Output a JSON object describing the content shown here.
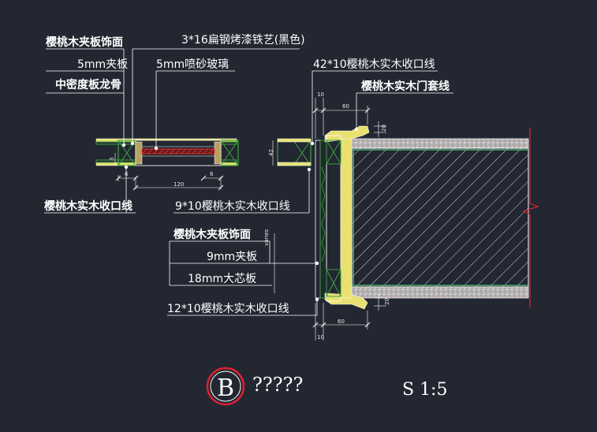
{
  "colors": {
    "background": "#222731",
    "linework": "#ffffff",
    "veneer": "#e8e070",
    "wood_frame": "#3fa03f",
    "plaster": "#c8c8c8",
    "steel_red": "#cc2222",
    "wall_edge": "#dd2233",
    "tile_green": "#4fb070"
  },
  "labels": {
    "veneer_finish_top": "樱桃木夹板饰面",
    "flat_steel": "3*16扁钢烤漆铁艺(黑色)",
    "plywood_5mm": "5mm夹板",
    "sandblast_glass": "5mm喷砂玻璃",
    "mdf_keel": "中密度板龙骨",
    "trim_42x10": "42*10樱桃木实木收口线",
    "door_casing": "樱桃木实木门套线",
    "trim_left": "樱桃木实木收口线",
    "trim_9x10": "9*10樱桃木实木收口线",
    "veneer_finish_mid": "樱桃木夹板饰面",
    "plywood_9mm": "9mm夹板",
    "blockboard_18mm": "18mm大芯板",
    "trim_12x10": "12*10樱桃木实木收口线"
  },
  "dimensions": {
    "d10_top": "10",
    "d60_top": "60",
    "d20_top": "20",
    "d42": "42",
    "d3": "3",
    "d6_left": "6",
    "d6_right": "6",
    "d120": "120",
    "d_side": "varies",
    "d20_bottom": "20",
    "d60_bottom": "60",
    "d10_bottom": "10"
  },
  "title": {
    "symbol_letter": "B",
    "name": "?????",
    "scale": "S 1:5"
  }
}
